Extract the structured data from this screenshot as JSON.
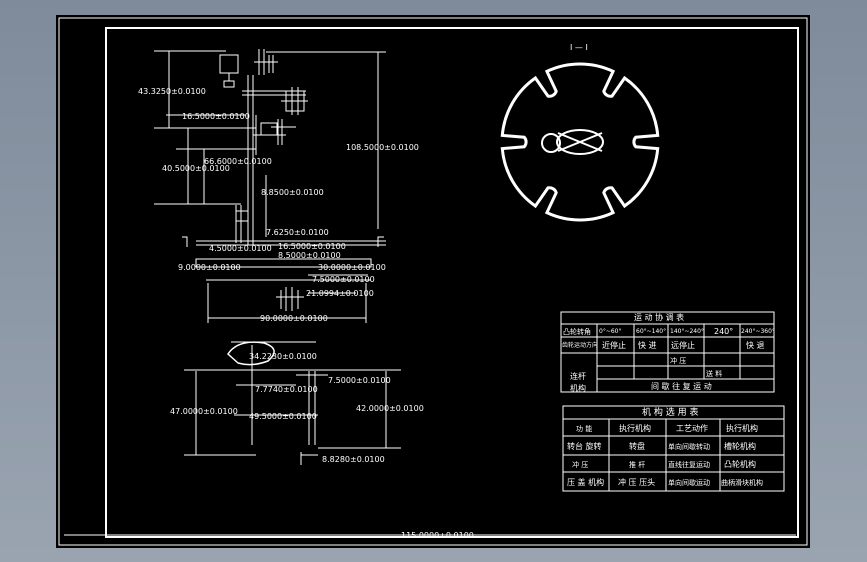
{
  "view_label": "I — I",
  "dimensions": {
    "d1": "43.3250±0.0100",
    "d2": "16.5000±0.0100",
    "d3": "108.5000±0.0100",
    "d4": "40.5000±0.0100",
    "d5": "66.6000±0.0100",
    "d6": "8.8500±0.0100",
    "d7": "7.6250±0.0100",
    "d8": "4.5000±0.0100",
    "d9": "16.5000±0.0100",
    "d10": "8.5000±0.0100",
    "d11": "9.0000±0.0100",
    "d12": "30.0000±0.0100",
    "d13": "7.5000±0.0100",
    "d14": "21.0994±0.0100",
    "d15": "90.0000±0.0100",
    "d16": "34.2230±0.0100",
    "d17": "7.7740±0.0100",
    "d18": "7.5000±0.0100",
    "d19": "47.0000±0.0100",
    "d20": "49.5000±0.0100",
    "d21": "42.0000±0.0100",
    "d22": "8.8280±0.0100",
    "d_bottom": "115.0000±0.0100"
  },
  "motion_table": {
    "title": "运 动 协 调 表",
    "header": [
      "凸轮转角",
      "0°~60°",
      "60°~140°",
      "140°~240°",
      "240°",
      "240°~360°"
    ],
    "row1_label": "齿轮运动方向",
    "row1": [
      "近停止",
      "快 进",
      "远停止",
      "",
      "快 退"
    ],
    "row2": [
      "",
      "",
      "冲 压",
      "",
      ""
    ],
    "row3_label1": "连杆",
    "row3_label2": "机构",
    "row3a": "送 料",
    "row3b": "间 歇 往 复 运 动"
  },
  "mech_table": {
    "title": "机 构 选 用 表",
    "header": [
      "功 能",
      "执行机构",
      "工艺动作",
      "执行机构"
    ],
    "rows": [
      [
        "转台 旋转",
        "转盘",
        "单向间歇转动",
        "槽轮机构"
      ],
      [
        "冲 压",
        "推 杆",
        "直线往复运动",
        "凸轮机构"
      ],
      [
        "压 盖 机构",
        "冲 压 压头",
        "单向间歇运动",
        "曲柄滑块机构"
      ]
    ]
  }
}
